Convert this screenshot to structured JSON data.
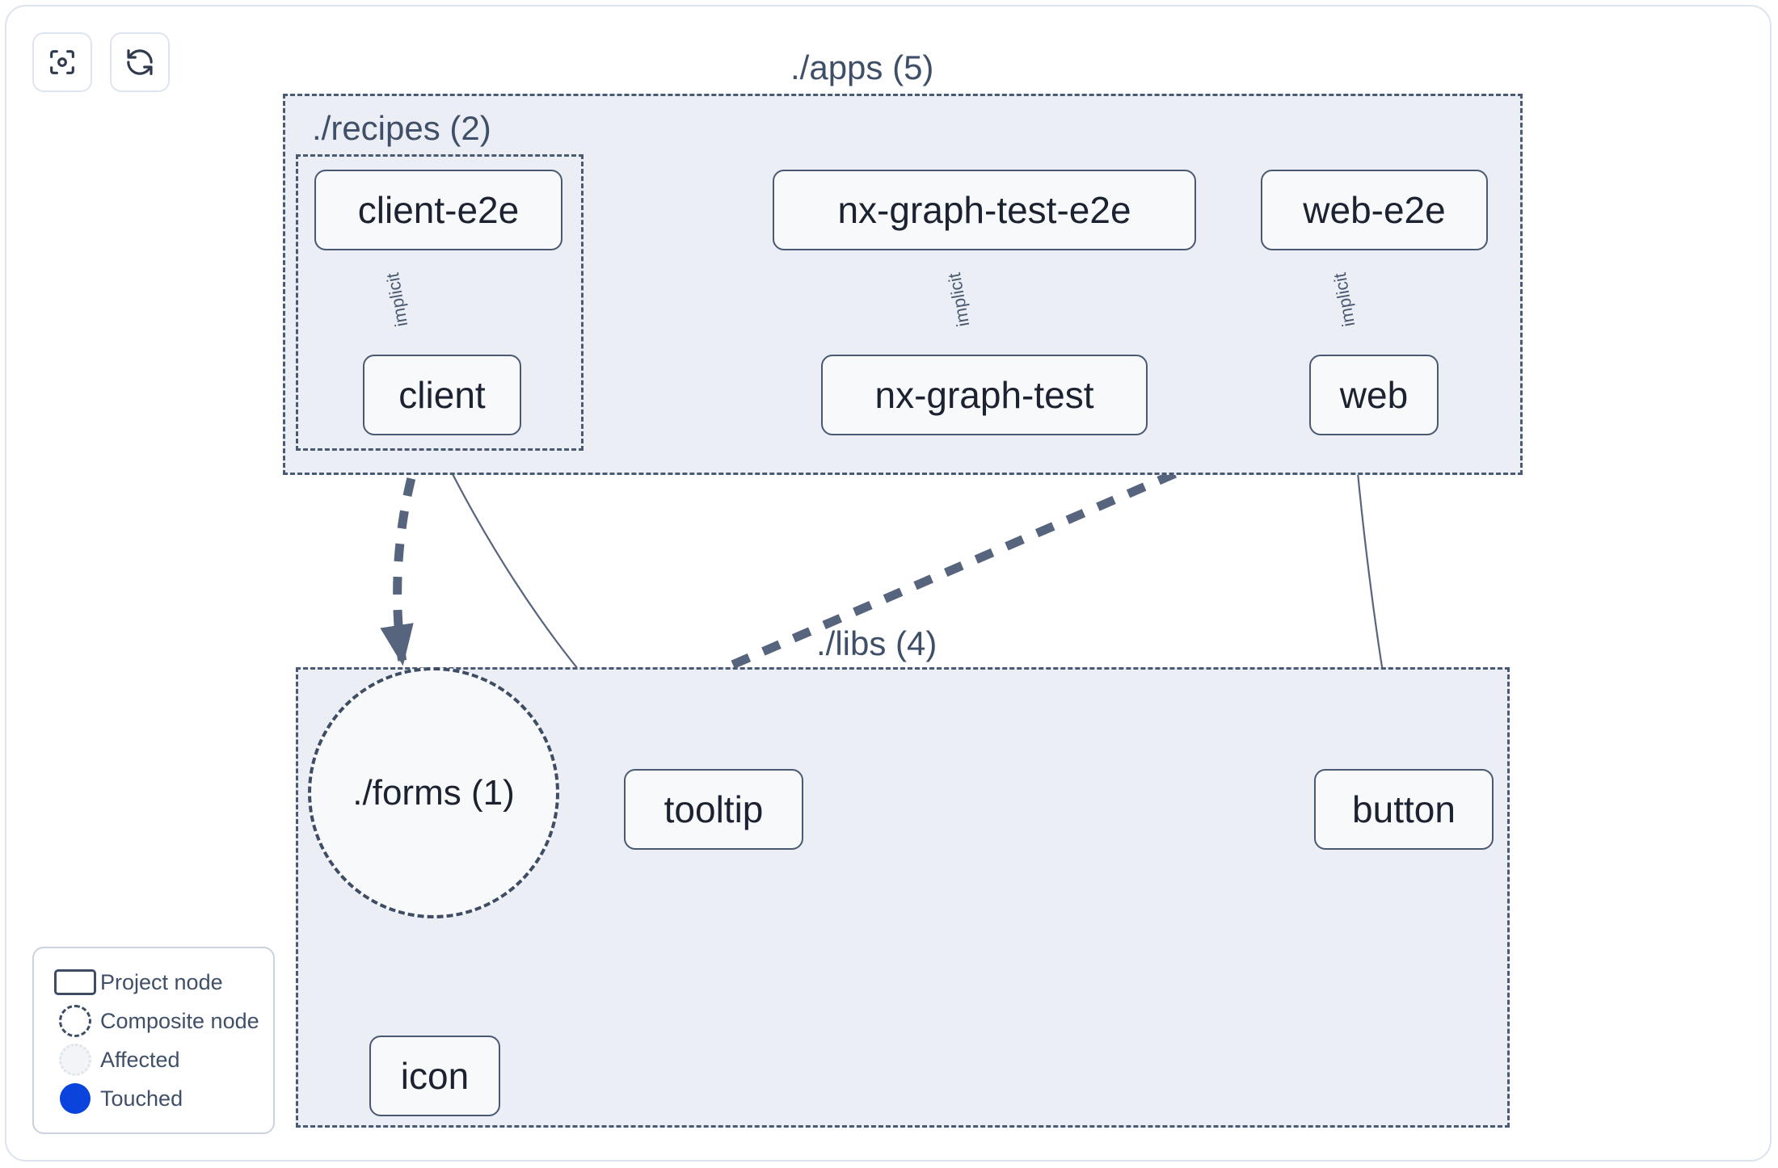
{
  "toolbar": {
    "buttons": [
      {
        "name": "focus-graph-button",
        "icon": "focus-icon",
        "label": ""
      },
      {
        "name": "refresh-graph-button",
        "icon": "refresh-icon",
        "label": ""
      }
    ]
  },
  "graph": {
    "groups": [
      {
        "id": "apps",
        "label": "./apps (5)"
      },
      {
        "id": "recipes",
        "label": "./recipes (2)"
      },
      {
        "id": "libs",
        "label": "./libs (4)"
      }
    ],
    "nodes": [
      {
        "id": "client-e2e",
        "label": "client-e2e",
        "shape": "rect"
      },
      {
        "id": "nx-graph-test-e2e",
        "label": "nx-graph-test-e2e",
        "shape": "rect"
      },
      {
        "id": "web-e2e",
        "label": "web-e2e",
        "shape": "rect"
      },
      {
        "id": "client",
        "label": "client",
        "shape": "rect"
      },
      {
        "id": "nx-graph-test",
        "label": "nx-graph-test",
        "shape": "rect"
      },
      {
        "id": "web",
        "label": "web",
        "shape": "rect"
      },
      {
        "id": "forms",
        "label": "./forms (1)",
        "shape": "circle"
      },
      {
        "id": "tooltip",
        "label": "tooltip",
        "shape": "rect"
      },
      {
        "id": "button",
        "label": "button",
        "shape": "rect"
      },
      {
        "id": "icon",
        "label": "icon",
        "shape": "rect"
      }
    ],
    "edges": [
      {
        "from": "client-e2e",
        "to": "client",
        "label": "implicit",
        "style": "solid"
      },
      {
        "from": "nx-graph-test-e2e",
        "to": "nx-graph-test",
        "label": "implicit",
        "style": "solid"
      },
      {
        "from": "web-e2e",
        "to": "web",
        "label": "implicit",
        "style": "solid"
      },
      {
        "from": "client",
        "to": "forms",
        "label": "",
        "style": "dashed"
      },
      {
        "from": "client",
        "to": "tooltip",
        "label": "",
        "style": "solid"
      },
      {
        "from": "web",
        "to": "forms",
        "label": "",
        "style": "dashed"
      },
      {
        "from": "web",
        "to": "button",
        "label": "",
        "style": "solid"
      },
      {
        "from": "forms",
        "to": "icon",
        "label": "",
        "style": "dashed"
      }
    ]
  },
  "legend": {
    "items": [
      {
        "symbol": "project-node-symbol",
        "label": "Project node"
      },
      {
        "symbol": "composite-node-symbol",
        "label": "Composite node"
      },
      {
        "symbol": "affected-symbol",
        "label": "Affected"
      },
      {
        "symbol": "touched-symbol",
        "label": "Touched"
      }
    ]
  },
  "colors": {
    "group_fill": "#ebeef4",
    "group_border": "#4b5a73",
    "node_fill": "#f7f9fb",
    "node_border": "#4a5972",
    "node_text": "#1c2230",
    "edge": "#56647d",
    "touched": "#0b44dd",
    "canvas": "#ffffff"
  }
}
